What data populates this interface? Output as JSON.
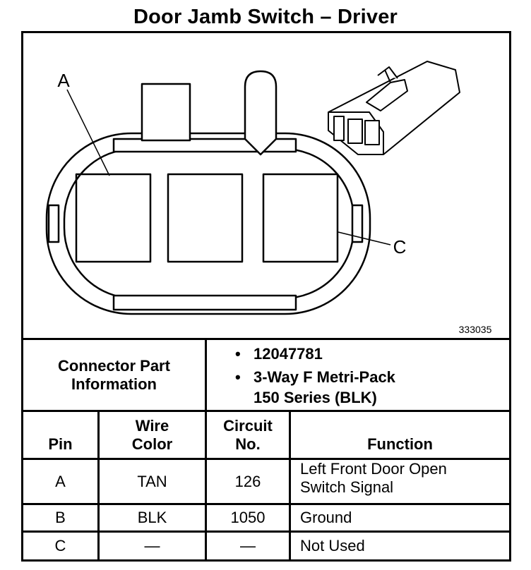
{
  "title": "Door Jamb Switch – Driver",
  "diagram": {
    "label_a": "A",
    "label_c": "C",
    "figure_number": "333035"
  },
  "connector_info": {
    "label_line1": "Connector Part",
    "label_line2": "Information",
    "part_number": "12047781",
    "description_line1": "3-Way F Metri-Pack",
    "description_line2": "150 Series (BLK)",
    "bullet": "•"
  },
  "table": {
    "headers": {
      "pin": "Pin",
      "wire_color_line1": "Wire",
      "wire_color_line2": "Color",
      "circuit_line1": "Circuit",
      "circuit_line2": "No.",
      "function": "Function"
    },
    "rows": [
      {
        "pin": "A",
        "color": "TAN",
        "circuit": "126",
        "function_line1": "Left Front Door Open",
        "function_line2": "Switch Signal"
      },
      {
        "pin": "B",
        "color": "BLK",
        "circuit": "1050",
        "function_line1": "Ground",
        "function_line2": ""
      },
      {
        "pin": "C",
        "color": "—",
        "circuit": "—",
        "function_line1": "Not Used",
        "function_line2": ""
      }
    ]
  }
}
